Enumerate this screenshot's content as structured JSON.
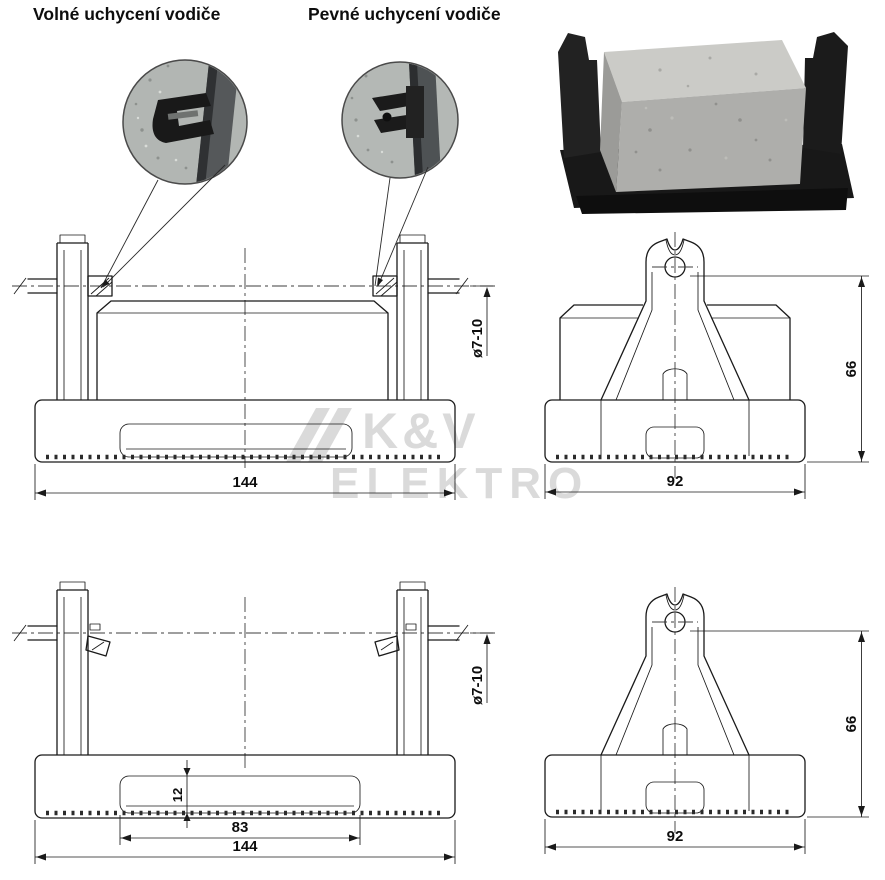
{
  "labels": {
    "loose_attachment": "Volné uchycení vodiče",
    "fixed_attachment": "Pevné uchycení vodiče"
  },
  "watermark": {
    "line1": "K&V",
    "line2": "ELEKTRO"
  },
  "dimensions": {
    "front_top": {
      "width": "144",
      "wire_diameter": "ø7-10"
    },
    "side_top": {
      "width": "92",
      "height": "66"
    },
    "front_bottom": {
      "width": "144",
      "recess_width": "83",
      "recess_depth": "12",
      "wire_diameter": "ø7-10"
    },
    "side_bottom": {
      "width": "92",
      "height": "66"
    }
  },
  "colors": {
    "line": "#1a1a1a",
    "watermark": "#d7d7d7",
    "concrete": "#b5b5b2",
    "plastic": "#1d1d1d"
  }
}
